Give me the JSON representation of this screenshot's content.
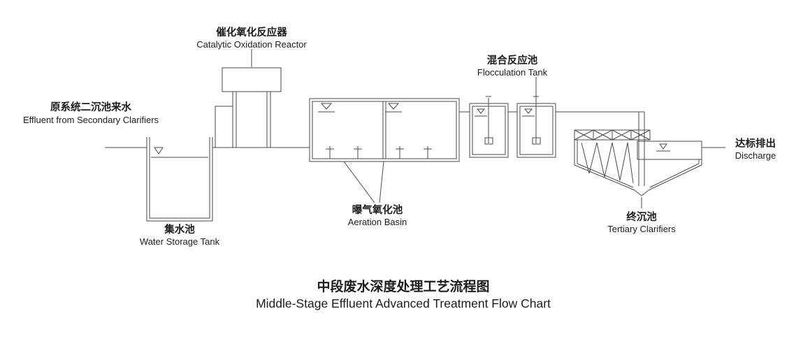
{
  "title": {
    "zh": "中段废水深度处理工艺流程图",
    "en": "Middle-Stage Effluent Advanced Treatment Flow Chart"
  },
  "nodes": {
    "influent": {
      "zh": "原系统二沉池来水",
      "en": "Effluent from Secondary Clarifiers"
    },
    "storage_tank": {
      "zh": "集水池",
      "en": "Water Storage Tank"
    },
    "reactor": {
      "zh": "催化氧化反应器",
      "en": "Catalytic Oxidation Reactor"
    },
    "aeration_basin": {
      "zh": "曝气氧化池",
      "en": "Aeration Basin"
    },
    "flocculation_tank": {
      "zh": "混合反应池",
      "en": "Flocculation Tank"
    },
    "tertiary_clarifier": {
      "zh": "终沉池",
      "en": "Tertiary Clarifiers"
    },
    "discharge": {
      "zh": "达标排出",
      "en": "Discharge"
    }
  },
  "colors": {
    "line": "#4a4a4a",
    "text": "#1c1c1c",
    "background": "#ffffff"
  }
}
